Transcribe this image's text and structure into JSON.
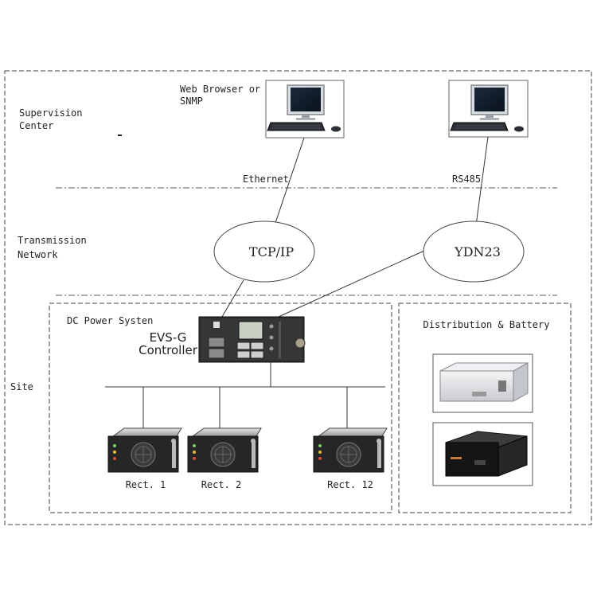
{
  "zones": {
    "supervision": "Supervision Center",
    "transmission": "Transmission Network",
    "site": "Site"
  },
  "terminals": {
    "web_browser_label": "Web Browser or SNMP"
  },
  "links": {
    "ethernet": "Ethernet",
    "rs485": "RS485"
  },
  "protocols": {
    "tcp_ip": "TCP/IP",
    "ydn23": "YDN23"
  },
  "dc_power_system": {
    "title": "DC Power Systen",
    "controller_name": "EVS-G",
    "controller_role": "Controller",
    "rectifiers": [
      "Rect. 1",
      "Rect. 2",
      "Rect. 12"
    ]
  },
  "distribution": {
    "title": "Distribution & Battery"
  }
}
